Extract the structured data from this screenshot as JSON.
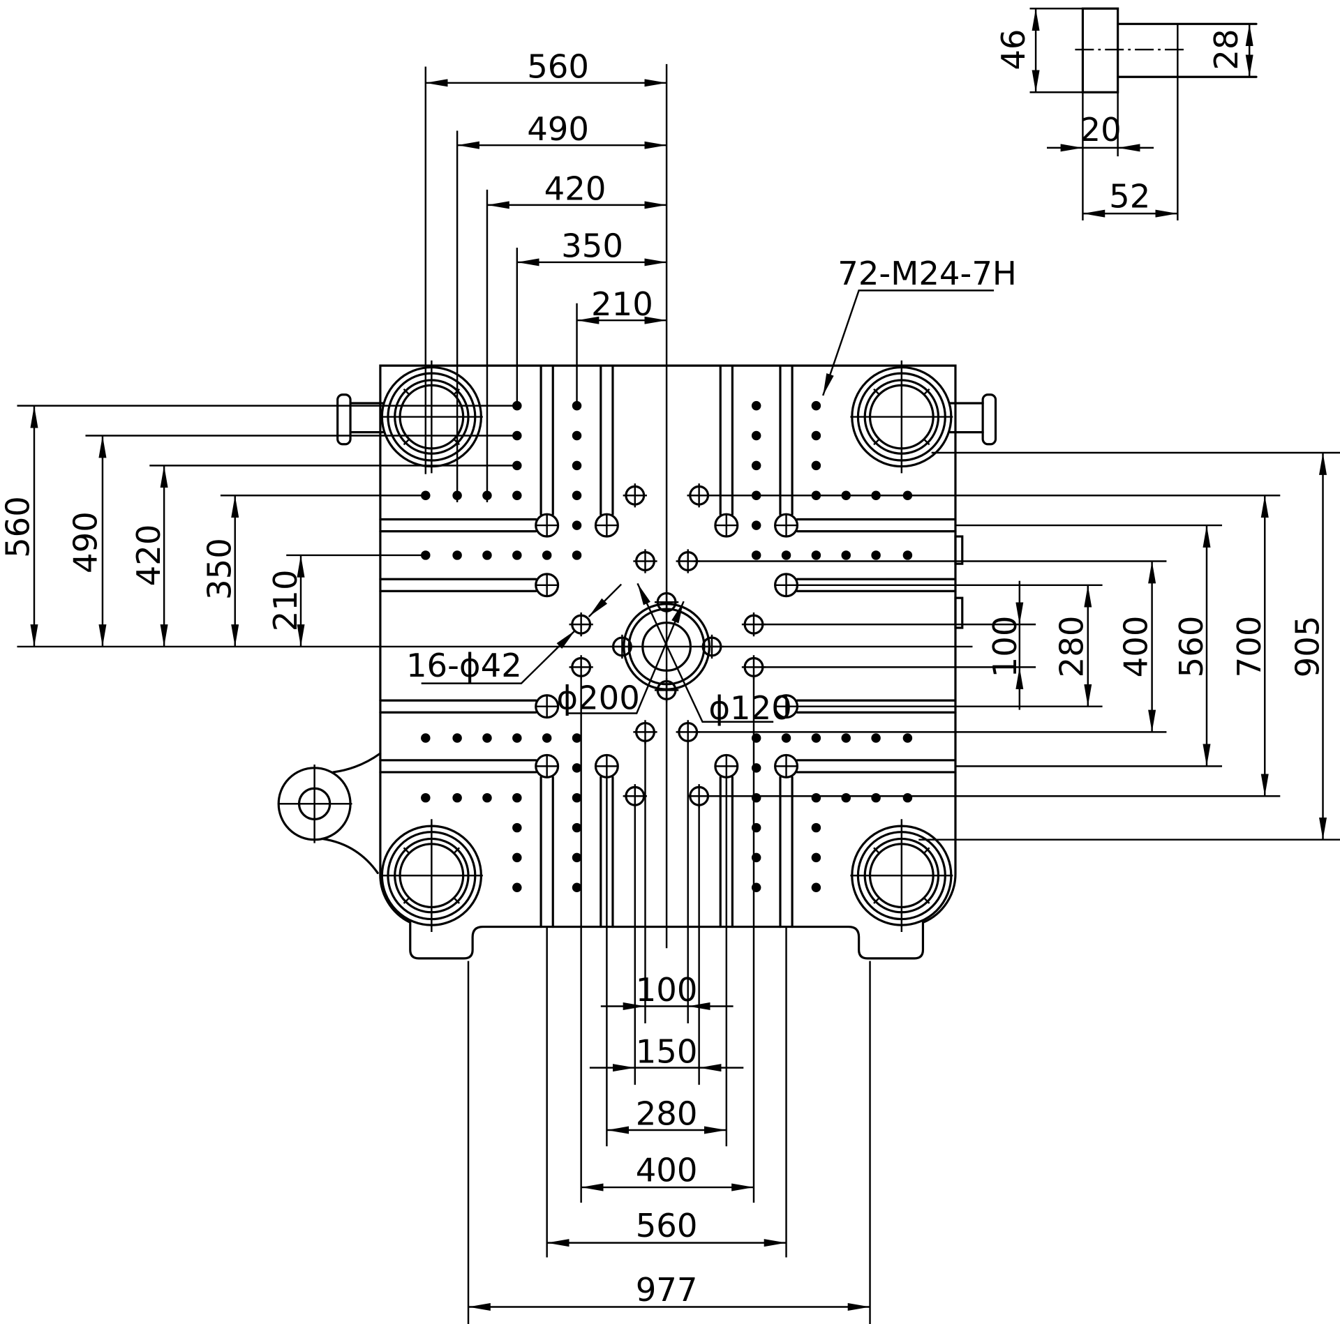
{
  "colors": {
    "line": "#000000",
    "background": "#ffffff"
  },
  "top_dimensions": {
    "d560": "560",
    "d490": "490",
    "d420": "420",
    "d350": "350",
    "d210": "210"
  },
  "left_dimensions": {
    "d560": "560",
    "d490": "490",
    "d420": "420",
    "d350": "350",
    "d210": "210"
  },
  "right_dimensions": {
    "d100": "100",
    "d280": "280",
    "d400": "400",
    "d560": "560",
    "d700": "700",
    "d905": "905"
  },
  "bottom_dimensions": {
    "d100": "100",
    "d150": "150",
    "d280": "280",
    "d400": "400",
    "d560": "560",
    "d977": "977"
  },
  "detail_dimensions": {
    "d46": "46",
    "d28": "28",
    "d20": "20",
    "d52": "52"
  },
  "callouts": {
    "thread_holes": "72-M24-7H",
    "holes": "16-ϕ42",
    "boss": "ϕ200",
    "bore": "ϕ120"
  }
}
